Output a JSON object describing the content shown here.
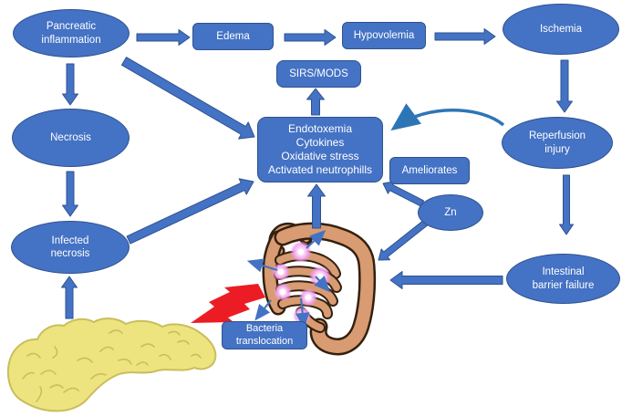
{
  "colors": {
    "background": "#FFFFFF",
    "shape_fill": "#4472C4",
    "shape_border": "#2F528F",
    "arrow_fill": "#4472C4",
    "arrow_border": "#2F528F",
    "curved_arrow": "#2E75B6",
    "text": "#FFFFFF",
    "lightning": "#EC1C24",
    "pancreas_fill": "#EDE47F",
    "pancreas_line": "#C9BE5C",
    "intestine_fill": "#D89B72",
    "intestine_outline": "#34200F",
    "infection_glow": "#F29DEC"
  },
  "nodes": {
    "pancreatic_inflammation": {
      "lines": [
        "Pancreatic",
        "inflammation"
      ]
    },
    "edema": {
      "label": "Edema"
    },
    "hypovolemia": {
      "label": "Hypovolemia"
    },
    "ischemia": {
      "label": "Ischemia"
    },
    "sirs_mods": {
      "label": "SIRS/MODS"
    },
    "necrosis": {
      "label": "Necrosis"
    },
    "endotoxemia": {
      "lines": [
        "Endotoxemia",
        "Cytokines",
        "Oxidative stress",
        "Activated neutrophills"
      ]
    },
    "reperfusion_injury": {
      "lines": [
        "Reperfusion",
        "injury"
      ]
    },
    "ameliorates": {
      "label": "Ameliorates"
    },
    "zn": {
      "label": "Zn"
    },
    "infected_necrosis": {
      "lines": [
        "Infected",
        "necrosis"
      ]
    },
    "intestinal_barrier_failure": {
      "lines": [
        "Intestinal",
        "barrier failure"
      ]
    },
    "bacteria_translocation": {
      "lines": [
        "Bacteria",
        "translocation"
      ]
    }
  },
  "edges": [
    {
      "from": "pancreatic_inflammation",
      "to": "edema",
      "style": "block"
    },
    {
      "from": "edema",
      "to": "hypovolemia",
      "style": "block"
    },
    {
      "from": "hypovolemia",
      "to": "ischemia",
      "style": "block"
    },
    {
      "from": "ischemia",
      "to": "reperfusion_injury",
      "style": "block"
    },
    {
      "from": "pancreatic_inflammation",
      "to": "necrosis",
      "style": "block"
    },
    {
      "from": "necrosis",
      "to": "infected_necrosis",
      "style": "block"
    },
    {
      "from": "pancreas_illustration",
      "to": "infected_necrosis",
      "style": "block"
    },
    {
      "from": "pancreatic_inflammation",
      "to": "endotoxemia",
      "style": "block"
    },
    {
      "from": "infected_necrosis",
      "to": "endotoxemia",
      "style": "block"
    },
    {
      "from": "endotoxemia",
      "to": "sirs_mods",
      "style": "block"
    },
    {
      "from": "intestine_illustration",
      "to": "endotoxemia",
      "style": "block"
    },
    {
      "from": "zn",
      "to": "endotoxemia",
      "style": "block"
    },
    {
      "from": "zn",
      "to": "intestine_illustration",
      "style": "block"
    },
    {
      "from": "reperfusion_injury",
      "to": "intestinal_barrier_failure",
      "style": "block"
    },
    {
      "from": "intestinal_barrier_failure",
      "to": "intestine_illustration",
      "style": "block"
    },
    {
      "from": "reperfusion_injury",
      "to": "endotoxemia",
      "style": "curved"
    },
    {
      "from": "intestine_illustration",
      "to": "bacteria_translocation",
      "style": "thin-multi"
    }
  ]
}
